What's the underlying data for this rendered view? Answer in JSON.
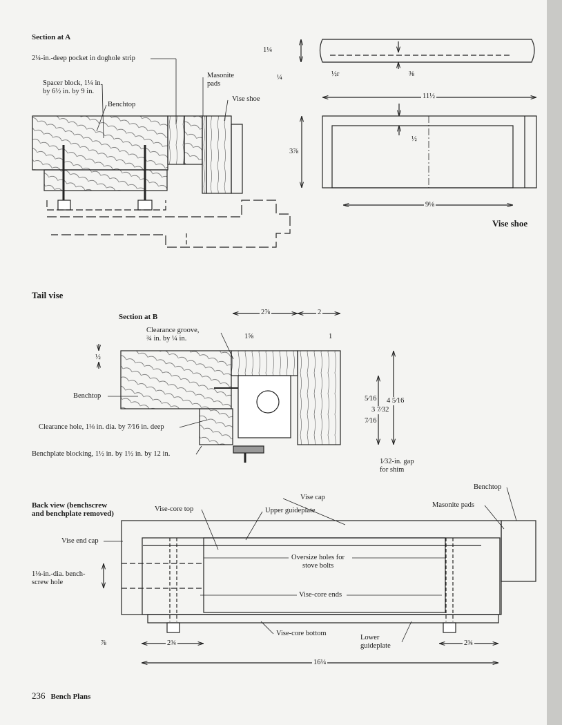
{
  "headings": {
    "section_a": "Section at A",
    "vise_shoe": "Vise shoe",
    "tail_vise": "Tail vise",
    "section_b": "Section at B",
    "back_view_1": "Back view (benchscrew",
    "back_view_2": "and benchplate removed)"
  },
  "section_a": {
    "pocket": "2¼-in.-deep pocket in doghole strip",
    "spacer_1": "Spacer block, 1¼ in.",
    "spacer_2": "by 6½ in. by 9 in.",
    "benchtop": "Benchtop",
    "masonite_1": "Masonite",
    "masonite_2": "pads",
    "vise_shoe": "Vise shoe"
  },
  "vise_shoe": {
    "d_height": "1¼",
    "d_quarter": "¼",
    "d_radius": "½r",
    "d_three_eighths": "⅜",
    "d_length": "11½",
    "d_width": "3⅞",
    "d_half": "½",
    "d_inner": "9⅛"
  },
  "section_b": {
    "groove_1": "Clearance groove,",
    "groove_2": "¾ in. by ¼ in.",
    "benchtop": "Benchtop",
    "clearance_hole": "Clearance hole, 1⅛ in. dia. by 7⁄16 in. deep",
    "blocking": "Benchplate blocking, 1½ in. by 1½ in. by 12 in.",
    "gap_1": "1⁄32-in. gap",
    "gap_2": "for shim",
    "d_a": "2⅞",
    "d_b": "2",
    "d_c": "1⅝",
    "d_d": "1",
    "d_e": "½",
    "d_f": "5⁄16",
    "d_g": "3 7⁄32",
    "d_h": "4 5⁄16",
    "d_i": "7⁄16"
  },
  "back_view": {
    "vise_cap": "Vise cap",
    "vise_core_top": "Vise-core top",
    "upper_guideplate": "Upper guideplate",
    "masonite_pads": "Masonite pads",
    "benchtop": "Benchtop",
    "vise_end_cap": "Vise end cap",
    "screw_hole_1": "1⅛-in.-dia. bench-",
    "screw_hole_2": "screw hole",
    "oversize_1": "Oversize holes for",
    "oversize_2": "stove bolts",
    "core_ends": "Vise-core ends",
    "core_bottom": "Vise-core bottom",
    "lower_1": "Lower",
    "lower_2": "guideplate",
    "d_left": "⅞",
    "d_l_bolt": "2¾",
    "d_r_bolt": "2¾",
    "d_total": "16¼"
  },
  "footer": {
    "page": "236",
    "title": "Bench Plans"
  }
}
